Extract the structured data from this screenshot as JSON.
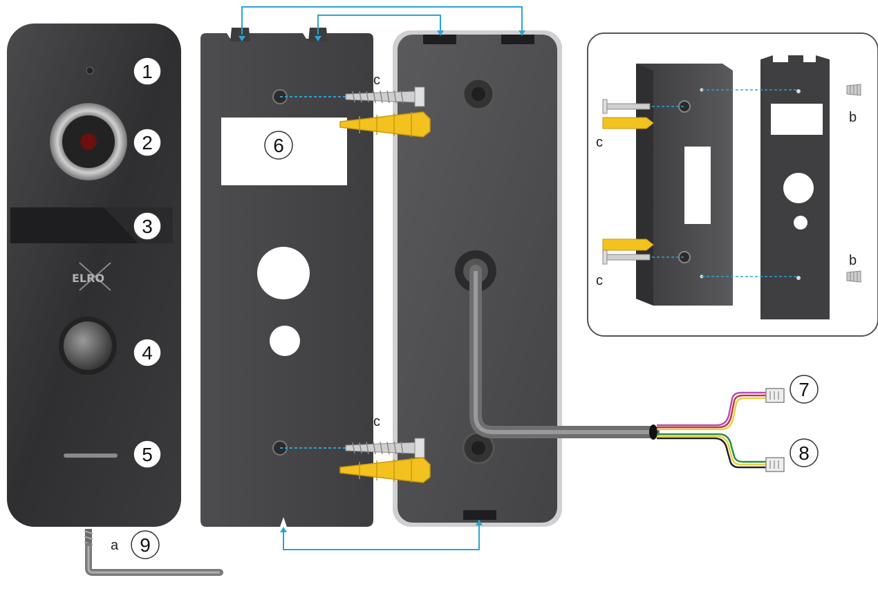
{
  "brand": {
    "logo": "ELRO"
  },
  "callouts": {
    "n1": "1",
    "n2": "2",
    "n3": "3",
    "n4": "4",
    "n5": "5",
    "n6": "6",
    "n7": "7",
    "n8": "8",
    "n9": "9"
  },
  "letters": {
    "a": "a",
    "b_top": "b",
    "b_bottom": "b",
    "c_top": "c",
    "c_bottom": "c",
    "c_inset_top": "c",
    "c_inset_bottom": "c"
  },
  "colors": {
    "panel_dark": "#3a3a3c",
    "plate_dark": "#454547",
    "connector_line": "#2aa4d4",
    "dowel_yellow": "#f4c21e",
    "cable_grey": "#8a8a8a"
  },
  "icons": [
    "camera-lens-icon",
    "ir-sensor-icon",
    "call-button-icon",
    "speaker-grille-icon",
    "screw-icon",
    "wall-plug-icon",
    "connector-plug-icon"
  ]
}
